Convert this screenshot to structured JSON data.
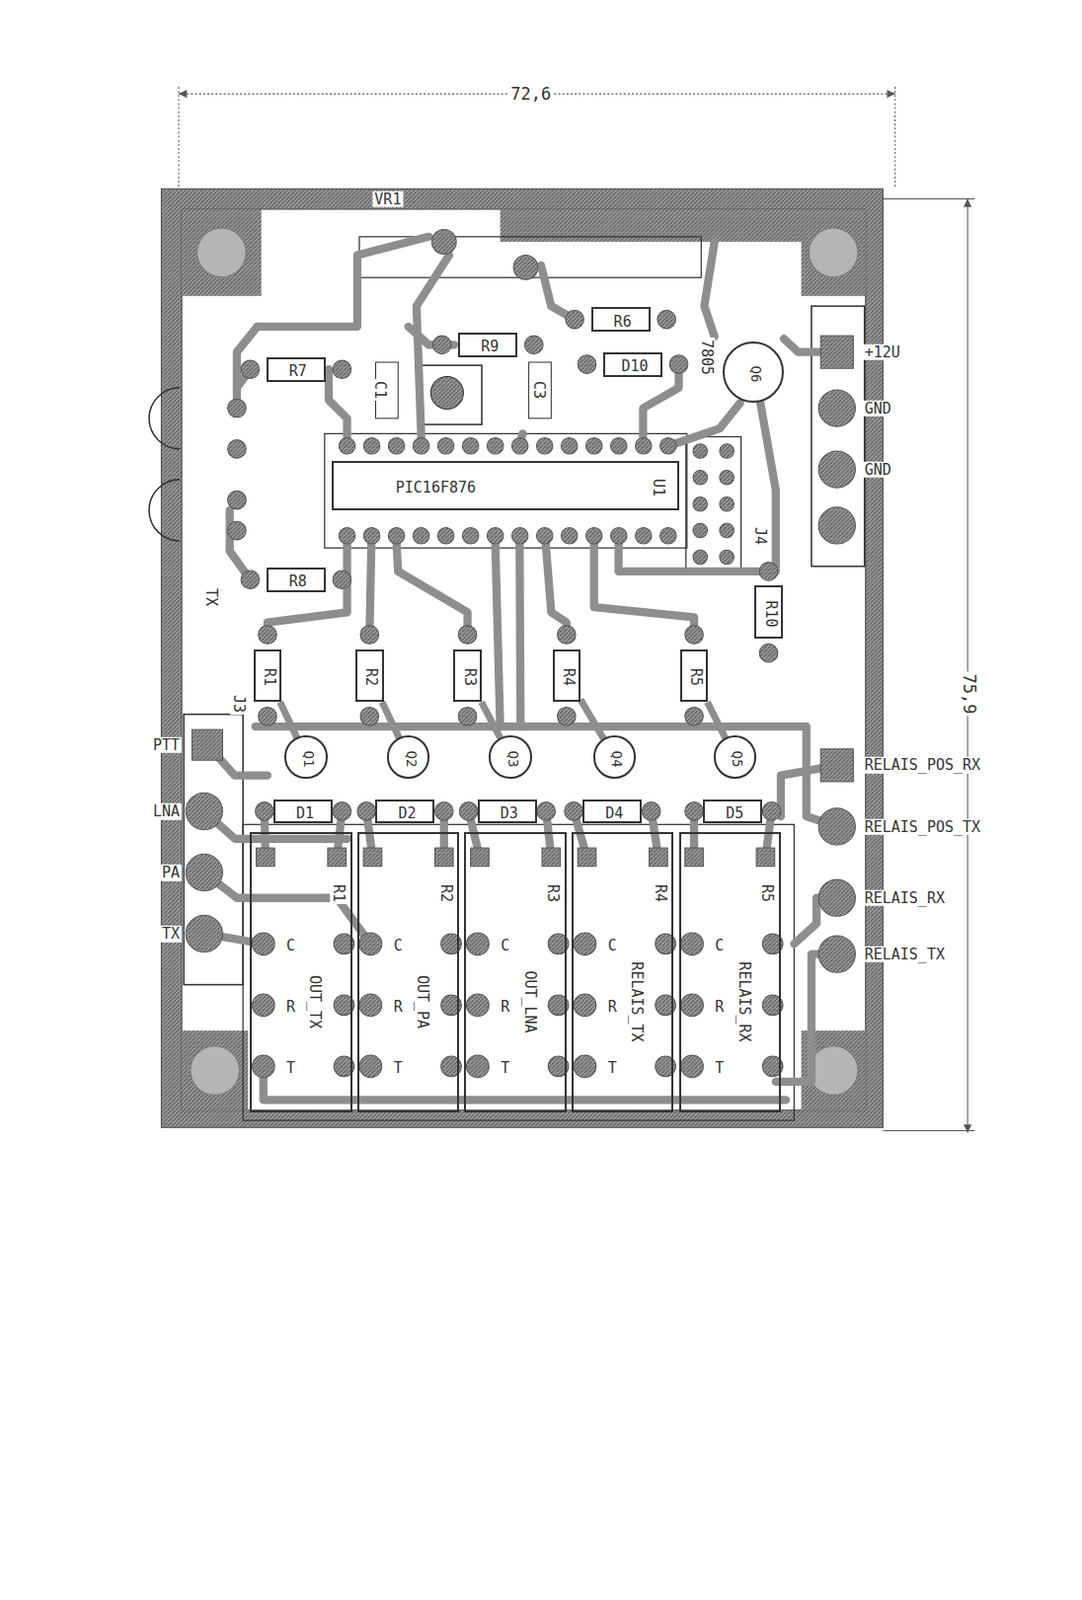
{
  "diagram": {
    "nodes": [
      {
        "text": [
          "PIC16F876",
          "U1"
        ]
      },
      {
        "text": [
          "R7"
        ]
      },
      {
        "text": [
          "R8"
        ]
      },
      {
        "text": [
          "R9"
        ]
      },
      {
        "text": [
          "R6"
        ]
      },
      {
        "text": [
          "D10"
        ]
      },
      {
        "text": [
          "R1"
        ]
      },
      {
        "text": [
          "R2"
        ]
      },
      {
        "text": [
          "R3"
        ]
      },
      {
        "text": [
          "R4"
        ]
      },
      {
        "text": [
          "R5"
        ]
      },
      {
        "text": [
          "R10"
        ]
      },
      {
        "text": [
          "D1"
        ]
      },
      {
        "text": [
          "D2"
        ]
      },
      {
        "text": [
          "D3"
        ]
      },
      {
        "text": [
          "D4"
        ]
      },
      {
        "text": [
          "D5"
        ]
      },
      {
        "text": [
          "Q1"
        ]
      },
      {
        "text": [
          "Q2"
        ]
      },
      {
        "text": [
          "Q3"
        ]
      },
      {
        "text": [
          "Q4"
        ]
      },
      {
        "text": [
          "Q5"
        ]
      },
      {
        "text": [
          "Q6"
        ]
      },
      {
        "text": [
          "R1",
          "C",
          "R",
          "T",
          "OUT_TX"
        ]
      },
      {
        "text": [
          "R2",
          "C",
          "R",
          "T",
          "OUT_PA"
        ]
      },
      {
        "text": [
          "R3",
          "C",
          "R",
          "T",
          "OUT_LNA"
        ]
      },
      {
        "text": [
          "R4",
          "C",
          "R",
          "T",
          "RELAIS_TX"
        ]
      },
      {
        "text": [
          "R5",
          "C",
          "R",
          "T",
          "RELAIS_RX"
        ]
      }
    ],
    "edges": [
      {
        "from": 6,
        "to": 17,
        "arrow": "none"
      },
      {
        "from": 7,
        "to": 18,
        "arrow": "none"
      },
      {
        "from": 8,
        "to": 19,
        "arrow": "none"
      },
      {
        "from": 9,
        "to": 20,
        "arrow": "none"
      },
      {
        "from": 10,
        "to": 21,
        "arrow": "none"
      }
    ],
    "labels": [
      "72,6",
      "75,9",
      "VR1",
      "C1",
      "C3",
      "7805",
      "+12U",
      "GND",
      "GND",
      "J4",
      "TX",
      "J3",
      "PTT",
      "LNA",
      "PA",
      "TX",
      "RELAIS_POS_RX",
      "RELAIS_POS_TX",
      "RELAIS_RX",
      "RELAIS_TX"
    ]
  }
}
